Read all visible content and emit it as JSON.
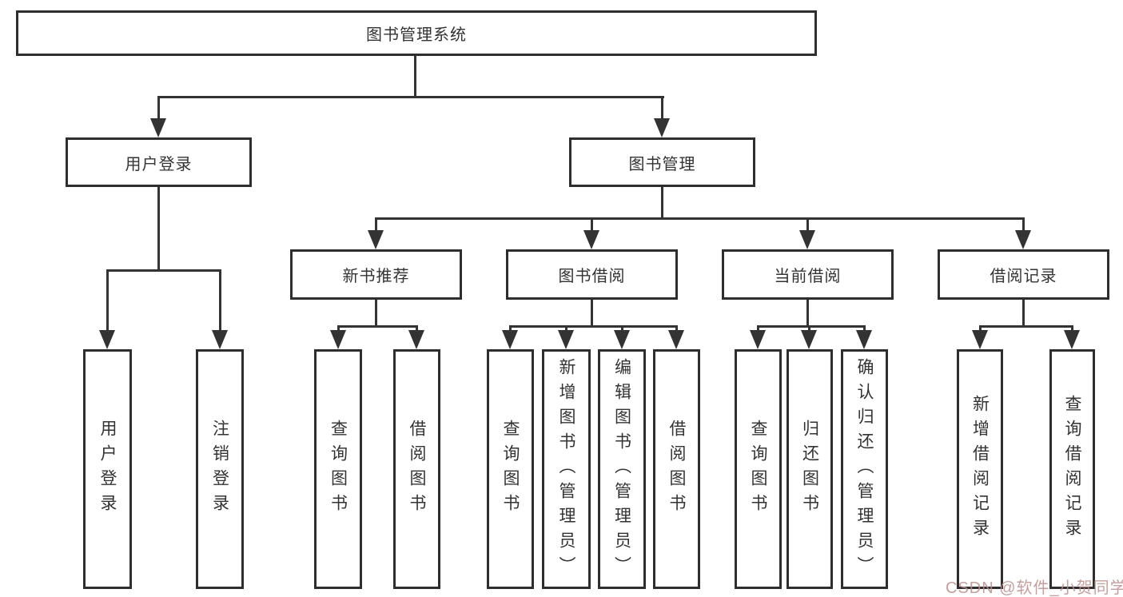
{
  "diagram": {
    "root": {
      "label": "图书管理系统"
    },
    "branches": [
      {
        "label": "用户登录",
        "children": [
          {
            "label": "用户登录"
          },
          {
            "label": "注销登录"
          }
        ]
      },
      {
        "label": "图书管理",
        "sections": [
          {
            "label": "新书推荐",
            "children": [
              {
                "label": "查询图书"
              },
              {
                "label": "借阅图书"
              }
            ]
          },
          {
            "label": "图书借阅",
            "children": [
              {
                "label": "查询图书"
              },
              {
                "label": "新增图书（管理员）"
              },
              {
                "label": "编辑图书（管理员）"
              },
              {
                "label": "借阅图书"
              }
            ]
          },
          {
            "label": "当前借阅",
            "children": [
              {
                "label": "查询图书"
              },
              {
                "label": "归还图书"
              },
              {
                "label": "确认归还（管理员）"
              }
            ]
          },
          {
            "label": "借阅记录",
            "children": [
              {
                "label": "新增借阅记录"
              },
              {
                "label": "查询借阅记录"
              }
            ]
          }
        ]
      }
    ]
  },
  "watermark": {
    "text": "CSDN @软件_小贺同学"
  },
  "colors": {
    "line": "#333333",
    "box_border": "#2e2e2e",
    "text": "#333333",
    "background": "#ffffff",
    "watermark": "#be8c8c"
  }
}
